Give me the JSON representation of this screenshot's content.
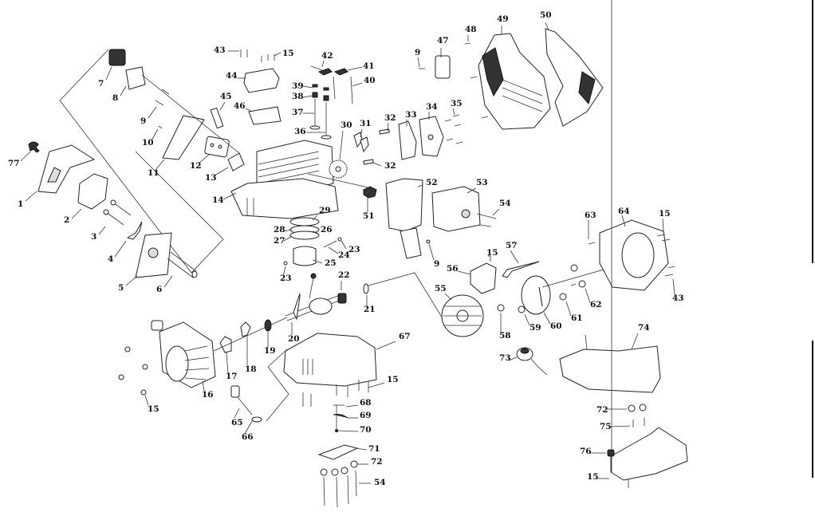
{
  "diagram": {
    "type": "exploded-parts-view",
    "callouts": [
      {
        "id": "c77",
        "label": "77"
      },
      {
        "id": "c1",
        "label": "1"
      },
      {
        "id": "c2",
        "label": "2"
      },
      {
        "id": "c3",
        "label": "3"
      },
      {
        "id": "c4",
        "label": "4"
      },
      {
        "id": "c5",
        "label": "5"
      },
      {
        "id": "c6",
        "label": "6"
      },
      {
        "id": "c7",
        "label": "7"
      },
      {
        "id": "c8",
        "label": "8"
      },
      {
        "id": "c9a",
        "label": "9"
      },
      {
        "id": "c10",
        "label": "10"
      },
      {
        "id": "c11",
        "label": "11"
      },
      {
        "id": "c12",
        "label": "12"
      },
      {
        "id": "c13",
        "label": "13"
      },
      {
        "id": "c14",
        "label": "14"
      },
      {
        "id": "c43a",
        "label": "43"
      },
      {
        "id": "c15a",
        "label": "15"
      },
      {
        "id": "c44",
        "label": "44"
      },
      {
        "id": "c45",
        "label": "45"
      },
      {
        "id": "c46",
        "label": "46"
      },
      {
        "id": "c42",
        "label": "42"
      },
      {
        "id": "c41",
        "label": "41"
      },
      {
        "id": "c40",
        "label": "40"
      },
      {
        "id": "c39",
        "label": "39"
      },
      {
        "id": "c38",
        "label": "38"
      },
      {
        "id": "c37",
        "label": "37"
      },
      {
        "id": "c36",
        "label": "36"
      },
      {
        "id": "c30",
        "label": "30"
      },
      {
        "id": "c31",
        "label": "31"
      },
      {
        "id": "c32a",
        "label": "32"
      },
      {
        "id": "c32b",
        "label": "32"
      },
      {
        "id": "c33",
        "label": "33"
      },
      {
        "id": "c34",
        "label": "34"
      },
      {
        "id": "c35",
        "label": "35"
      },
      {
        "id": "c9b",
        "label": "9"
      },
      {
        "id": "c47",
        "label": "47"
      },
      {
        "id": "c48",
        "label": "48"
      },
      {
        "id": "c49",
        "label": "49"
      },
      {
        "id": "c50",
        "label": "50"
      },
      {
        "id": "c52",
        "label": "52"
      },
      {
        "id": "c51",
        "label": "51"
      },
      {
        "id": "c53",
        "label": "53"
      },
      {
        "id": "c54a",
        "label": "54"
      },
      {
        "id": "c29",
        "label": "29"
      },
      {
        "id": "c28",
        "label": "28"
      },
      {
        "id": "c26",
        "label": "26"
      },
      {
        "id": "c27",
        "label": "27"
      },
      {
        "id": "c23a",
        "label": "23"
      },
      {
        "id": "c24",
        "label": "24"
      },
      {
        "id": "c25",
        "label": "25"
      },
      {
        "id": "c23b",
        "label": "23"
      },
      {
        "id": "c9c",
        "label": "9"
      },
      {
        "id": "c15b",
        "label": "15"
      },
      {
        "id": "c57",
        "label": "57"
      },
      {
        "id": "c56",
        "label": "56"
      },
      {
        "id": "c63",
        "label": "63"
      },
      {
        "id": "c64",
        "label": "64"
      },
      {
        "id": "c15c",
        "label": "15"
      },
      {
        "id": "c43b",
        "label": "43"
      },
      {
        "id": "c62",
        "label": "62"
      },
      {
        "id": "c61",
        "label": "61"
      },
      {
        "id": "c60",
        "label": "60"
      },
      {
        "id": "c59",
        "label": "59"
      },
      {
        "id": "c58",
        "label": "58"
      },
      {
        "id": "c55",
        "label": "55"
      },
      {
        "id": "c22",
        "label": "22"
      },
      {
        "id": "c21",
        "label": "21"
      },
      {
        "id": "c20",
        "label": "20"
      },
      {
        "id": "c19",
        "label": "19"
      },
      {
        "id": "c18",
        "label": "18"
      },
      {
        "id": "c17",
        "label": "17"
      },
      {
        "id": "c16",
        "label": "16"
      },
      {
        "id": "c15d",
        "label": "15"
      },
      {
        "id": "c67",
        "label": "67"
      },
      {
        "id": "c15e",
        "label": "15"
      },
      {
        "id": "c65",
        "label": "65"
      },
      {
        "id": "c66",
        "label": "66"
      },
      {
        "id": "c68",
        "label": "68"
      },
      {
        "id": "c69",
        "label": "69"
      },
      {
        "id": "c70",
        "label": "70"
      },
      {
        "id": "c71",
        "label": "71"
      },
      {
        "id": "c72a",
        "label": "72"
      },
      {
        "id": "c54b",
        "label": "54"
      },
      {
        "id": "c73",
        "label": "73"
      },
      {
        "id": "c74",
        "label": "74"
      },
      {
        "id": "c72b",
        "label": "72"
      },
      {
        "id": "c75",
        "label": "75"
      },
      {
        "id": "c76",
        "label": "76"
      },
      {
        "id": "c15f",
        "label": "15"
      }
    ]
  }
}
